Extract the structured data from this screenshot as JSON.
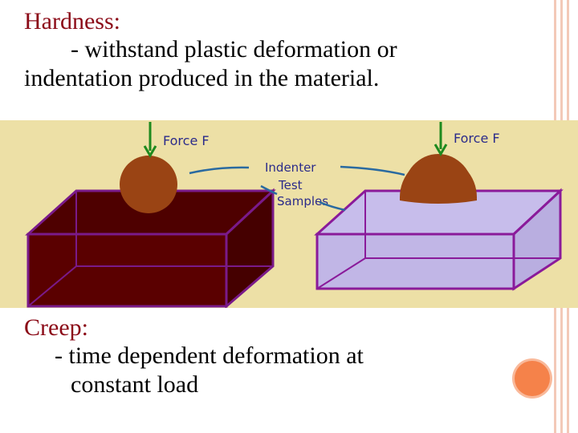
{
  "hardness": {
    "heading": "Hardness:",
    "line1": "- withstand plastic deformation or",
    "line2": "indentation produced in the material."
  },
  "creep": {
    "heading": "Creep:",
    "line1": "- time dependent deformation at",
    "line2": "constant load"
  },
  "diagram": {
    "force_left": "Force F",
    "force_right": "Force F",
    "label_indenter": "Indenter",
    "label_test": "Test",
    "label_samples": "Samples",
    "colors": {
      "background": "#ede0a6",
      "left_block_fill": "#5a0000",
      "left_block_edge": "#7a1a8a",
      "right_block_fill": "#c1b6e6",
      "right_block_edge": "#8a1a9a",
      "indenter": "#9a4414",
      "arrow": "#1e8a1e",
      "label": "#2b2b8a",
      "leader_line": "#2a6aa0"
    }
  },
  "decor": {
    "accent_circle": "#f5824a",
    "border_line": "#f3c9b8"
  }
}
